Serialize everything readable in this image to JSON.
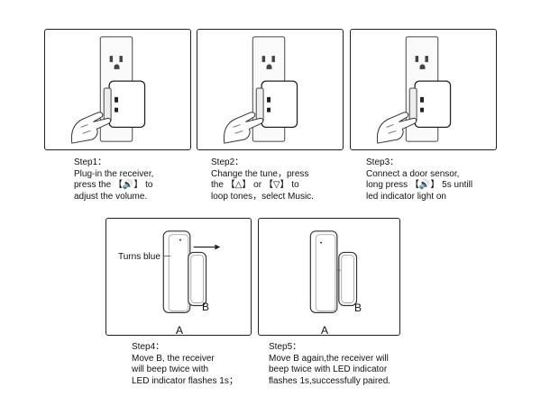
{
  "steps": [
    {
      "heading": "Step1：",
      "lines": [
        "Plug-in the receiver,",
        "press the 【🔊】 to",
        "adjust the volume."
      ]
    },
    {
      "heading": "Step2：",
      "lines": [
        "Change the tune，press",
        "the 【△】 or 【▽】  to",
        "loop tones，select Music."
      ]
    },
    {
      "heading": "Step3：",
      "lines": [
        "Connect a door sensor,",
        "long press 【🔊】 5s untill",
        "led indicator light on"
      ]
    },
    {
      "heading": "Step4：",
      "lines": [
        "Move B, the receiver",
        "will beep twice with",
        "LED indicator flashes 1s；"
      ]
    },
    {
      "heading": "Step5：",
      "lines": [
        "Move B again,the receiver will",
        "beep twice with LED indicator",
        "flashes 1s,successfully paired."
      ]
    }
  ],
  "labels": {
    "turns_blue": "Turns blue",
    "a": "A",
    "b": "B"
  }
}
